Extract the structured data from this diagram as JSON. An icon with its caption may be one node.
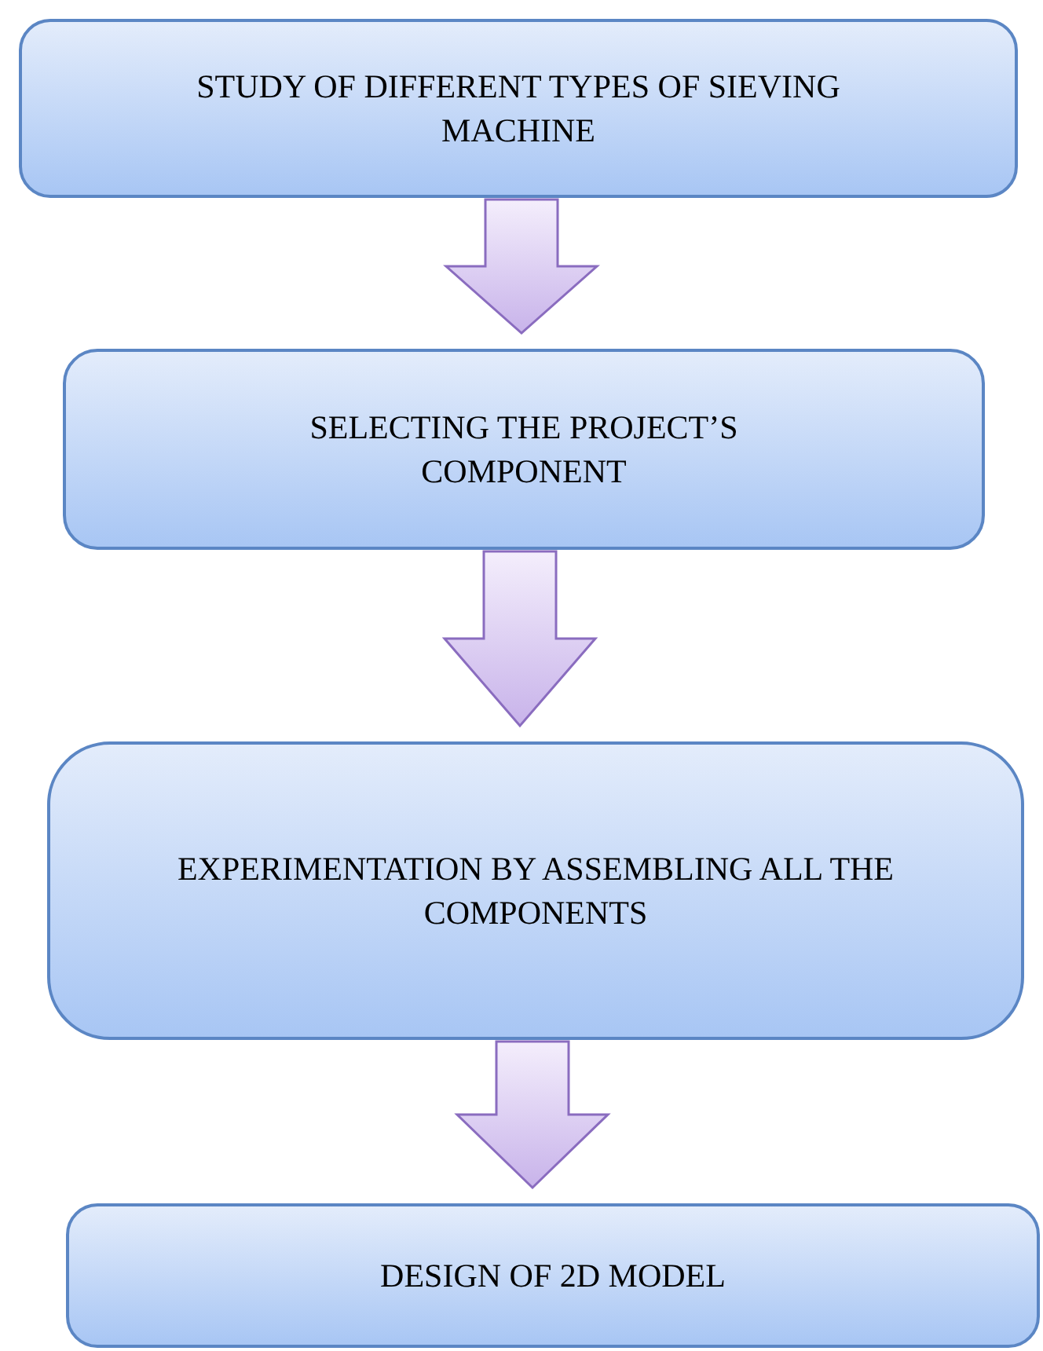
{
  "diagram": {
    "nodes": [
      {
        "text": [
          "STUDY OF DIFFERENT TYPES OF SIEVING MACHINE"
        ]
      },
      {
        "text": [
          "SELECTING THE PROJECT’S COMPONENT"
        ]
      },
      {
        "text": [
          "EXPERIMENTATION BY ASSEMBLING ALL THE COMPONENTS"
        ]
      },
      {
        "text": [
          "DESIGN OF 2D MODEL"
        ]
      }
    ],
    "edges": [
      {
        "from": 0,
        "to": 1,
        "arrow": "to"
      },
      {
        "from": 1,
        "to": 2,
        "arrow": "to"
      },
      {
        "from": 2,
        "to": 3,
        "arrow": "to"
      }
    ]
  }
}
